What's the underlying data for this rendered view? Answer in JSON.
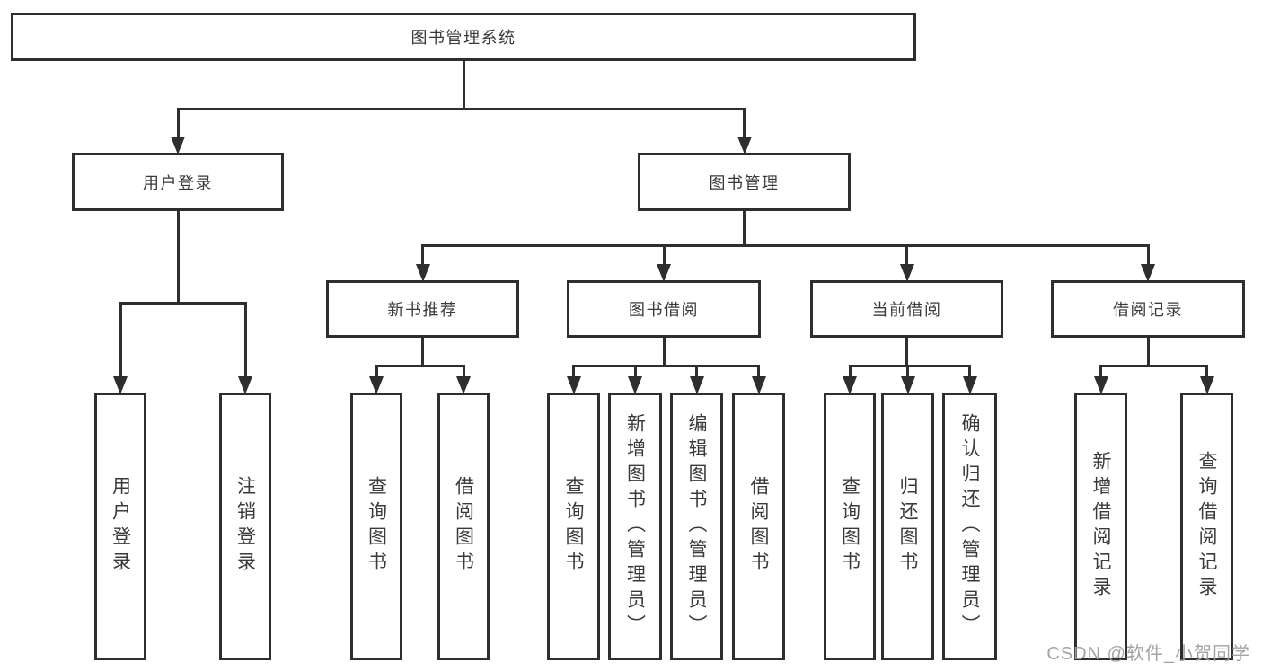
{
  "diagram": {
    "watermark": "CSDN @软件_小贺同学",
    "colors": {
      "line": "#2e2e2e",
      "box_border": "#2e2e2e",
      "text": "#3a3a3a",
      "watermark": "#9e9e9e",
      "background": "#ffffff"
    }
  },
  "nodes": [
    {
      "id": "root",
      "label": "图书管理系统",
      "level": 1,
      "parent": null
    },
    {
      "id": "user-login",
      "label": "用户登录",
      "level": 2,
      "parent": "root"
    },
    {
      "id": "book-mgmt",
      "label": "图书管理",
      "level": 2,
      "parent": "root"
    },
    {
      "id": "new-book-rec",
      "label": "新书推荐",
      "level": 3,
      "parent": "book-mgmt"
    },
    {
      "id": "book-borrow",
      "label": "图书借阅",
      "level": 3,
      "parent": "book-mgmt"
    },
    {
      "id": "current-borrow",
      "label": "当前借阅",
      "level": 3,
      "parent": "book-mgmt"
    },
    {
      "id": "borrow-records",
      "label": "借阅记录",
      "level": 3,
      "parent": "book-mgmt"
    },
    {
      "id": "leaf-user-login",
      "label": "用户登录",
      "level": 4,
      "parent": "user-login"
    },
    {
      "id": "leaf-logout",
      "label": "注销登录",
      "level": 4,
      "parent": "user-login"
    },
    {
      "id": "leaf-query-books-1",
      "label": "查询图书",
      "level": 4,
      "parent": "new-book-rec"
    },
    {
      "id": "leaf-borrow-books-1",
      "label": "借阅图书",
      "level": 4,
      "parent": "new-book-rec"
    },
    {
      "id": "leaf-query-books-2",
      "label": "查询图书",
      "level": 4,
      "parent": "book-borrow"
    },
    {
      "id": "leaf-add-books",
      "label": "新增图书（管理员）",
      "level": 4,
      "parent": "book-borrow"
    },
    {
      "id": "leaf-edit-books",
      "label": "编辑图书（管理员）",
      "level": 4,
      "parent": "book-borrow"
    },
    {
      "id": "leaf-borrow-books-2",
      "label": "借阅图书",
      "level": 4,
      "parent": "book-borrow"
    },
    {
      "id": "leaf-query-books-3",
      "label": "查询图书",
      "level": 4,
      "parent": "current-borrow"
    },
    {
      "id": "leaf-return-books",
      "label": "归还图书",
      "level": 4,
      "parent": "current-borrow"
    },
    {
      "id": "leaf-confirm-return",
      "label": "确认归还（管理员）",
      "level": 4,
      "parent": "current-borrow"
    },
    {
      "id": "leaf-add-borrow-record",
      "label": "新增借阅记录",
      "level": 4,
      "parent": "borrow-records"
    },
    {
      "id": "leaf-query-borrow-record",
      "label": "查询借阅记录",
      "level": 4,
      "parent": "borrow-records"
    }
  ]
}
